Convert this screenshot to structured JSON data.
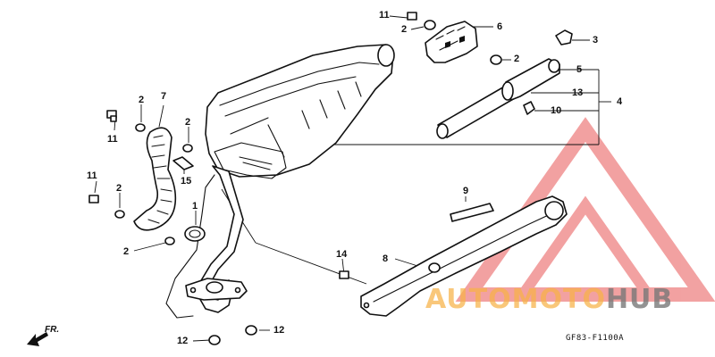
{
  "callouts": [
    {
      "id": "c-11-top",
      "text": "11"
    },
    {
      "id": "c-2-a",
      "text": "2"
    },
    {
      "id": "c-6",
      "text": "6"
    },
    {
      "id": "c-3",
      "text": "3"
    },
    {
      "id": "c-2-b",
      "text": "2"
    },
    {
      "id": "c-5",
      "text": "5"
    },
    {
      "id": "c-13",
      "text": "13"
    },
    {
      "id": "c-4",
      "text": "4"
    },
    {
      "id": "c-10",
      "text": "10"
    },
    {
      "id": "c-7",
      "text": "7"
    },
    {
      "id": "c-2-c",
      "text": "2"
    },
    {
      "id": "c-11-left",
      "text": "11"
    },
    {
      "id": "c-2-d",
      "text": "2"
    },
    {
      "id": "c-15",
      "text": "15"
    },
    {
      "id": "c-11-low",
      "text": "11"
    },
    {
      "id": "c-2-e",
      "text": "2"
    },
    {
      "id": "c-1",
      "text": "1"
    },
    {
      "id": "c-2-f",
      "text": "2"
    },
    {
      "id": "c-9",
      "text": "9"
    },
    {
      "id": "c-8",
      "text": "8"
    },
    {
      "id": "c-14",
      "text": "14"
    },
    {
      "id": "c-12-left",
      "text": "12"
    },
    {
      "id": "c-12-right",
      "text": "12"
    }
  ],
  "diagram_code": "GF83-F1100A",
  "front_label": "FR.",
  "watermark": {
    "part_a": "AUTOMOTO",
    "part_b": "HUB",
    "color_a": "#f6b246",
    "color_b": "#787878",
    "triangle_color": "#e64646"
  }
}
